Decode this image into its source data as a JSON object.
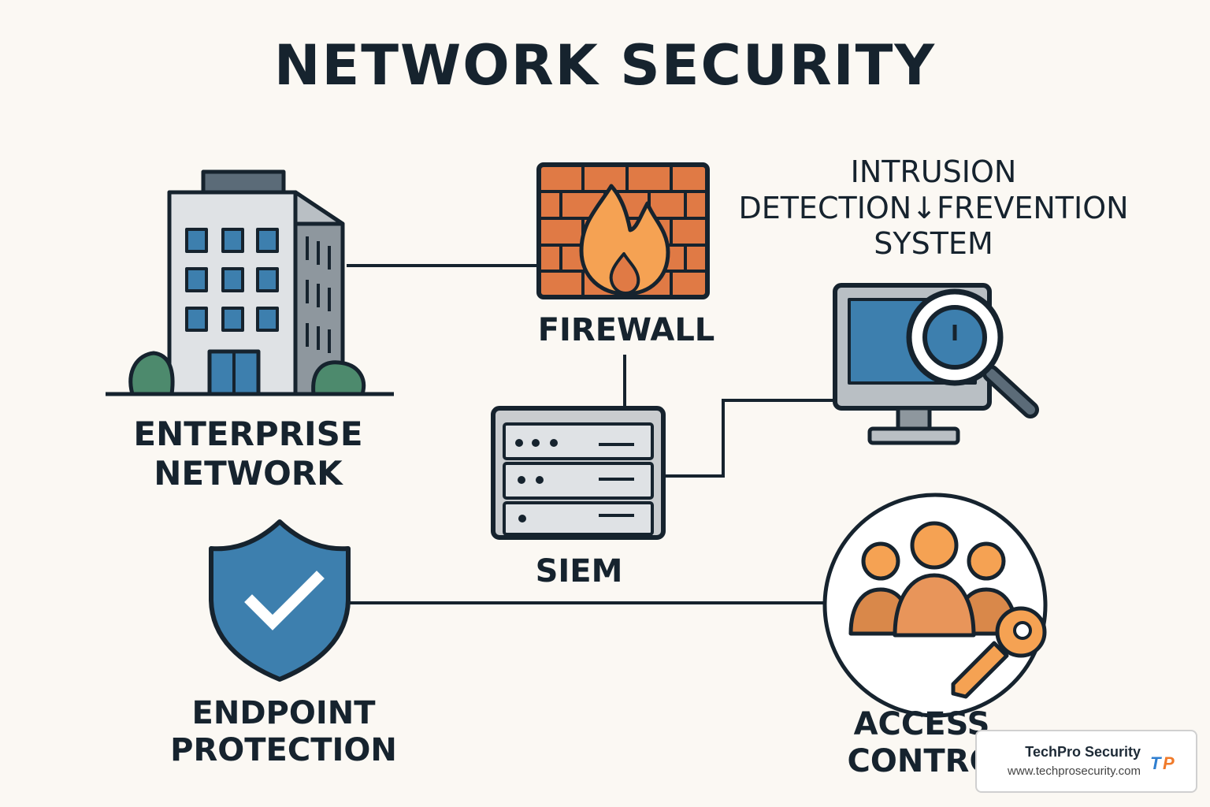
{
  "title": "NETWORK SECURITY",
  "nodes": {
    "enterprise": {
      "lines": [
        "ENTERPRISE",
        "NETWORK"
      ],
      "icon": "office-building-icon"
    },
    "firewall": {
      "lines": [
        "FIREWALL"
      ],
      "icon": "brick-wall-fire-icon"
    },
    "ids": {
      "lines": [
        "INTRUSION",
        "DETECTION↓FREVENTION",
        "SYSTEM"
      ],
      "icon": "monitor-magnifier-icon"
    },
    "siem": {
      "lines": [
        "SIEM"
      ],
      "icon": "server-rack-icon"
    },
    "endpoint": {
      "lines": [
        "ENDPOINT",
        "PROTECTION"
      ],
      "icon": "shield-check-icon"
    },
    "access": {
      "lines": [
        "ACCESS",
        "CONTRO"
      ],
      "icon": "users-key-icon"
    }
  },
  "brand": {
    "name": "TechPro Security",
    "url": "www.techprosecurity.com",
    "logo_text": "TP"
  },
  "colors": {
    "background": "#fbf8f3",
    "ink": "#16232e",
    "blue": "#3d7fae",
    "orange": "#e07a45",
    "flame": "#f5a253",
    "gray": "#c9cccf",
    "green": "#4d8a6d"
  }
}
